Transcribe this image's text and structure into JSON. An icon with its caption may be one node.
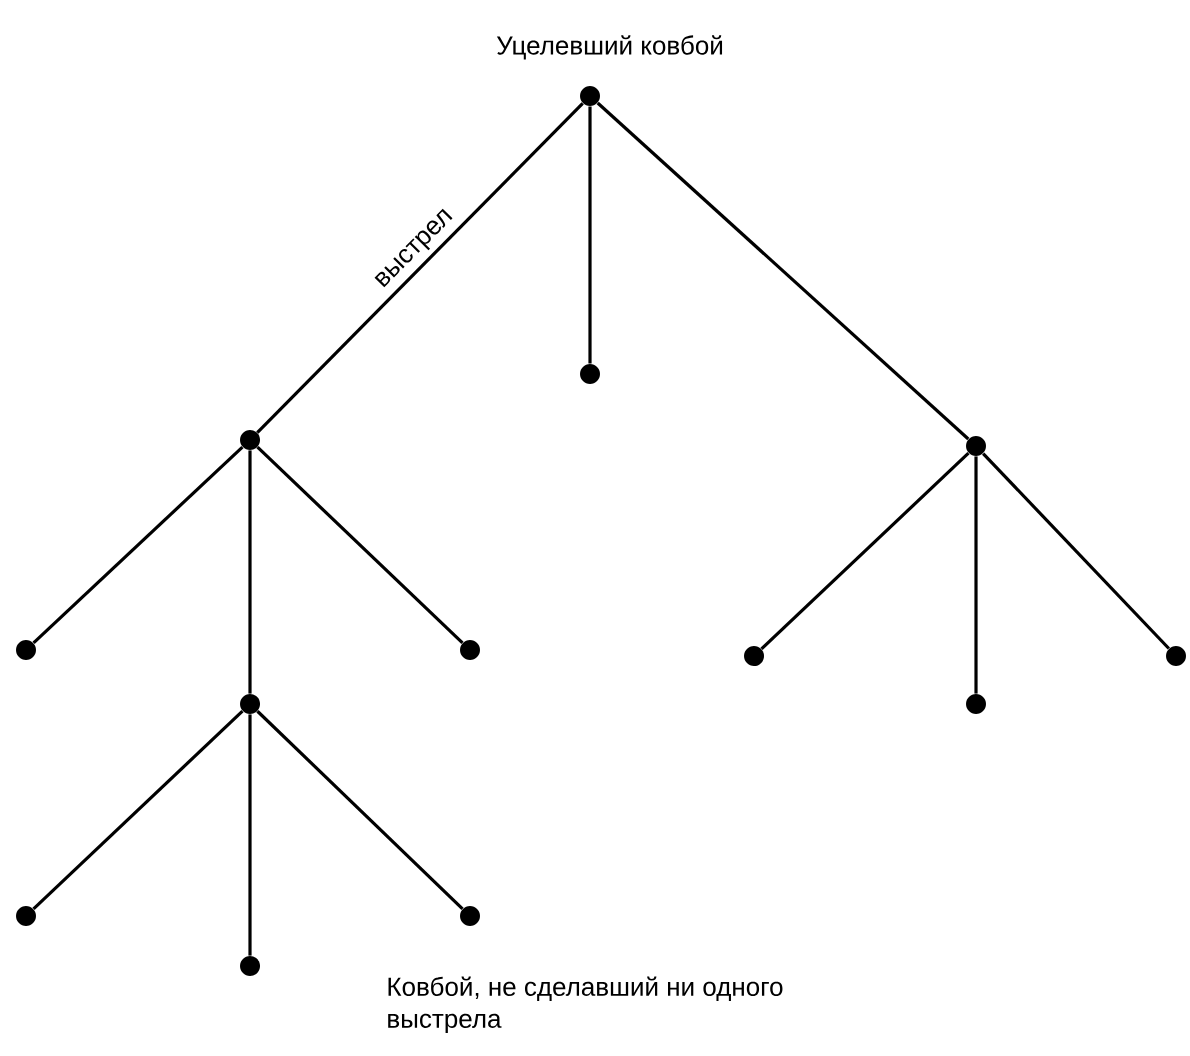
{
  "diagram": {
    "nodes": [
      {
        "text": [],
        "shape": "circle",
        "beside": [
          "Уцелевший ковбой"
        ]
      },
      {
        "text": [],
        "shape": "circle"
      },
      {
        "text": [],
        "shape": "circle"
      },
      {
        "text": [],
        "shape": "circle"
      },
      {
        "text": [],
        "shape": "circle"
      },
      {
        "text": [],
        "shape": "circle"
      },
      {
        "text": [],
        "shape": "circle"
      },
      {
        "text": [],
        "shape": "circle"
      },
      {
        "text": [],
        "shape": "circle"
      },
      {
        "text": [],
        "shape": "circle"
      },
      {
        "text": [],
        "shape": "circle"
      },
      {
        "text": [],
        "shape": "circle"
      },
      {
        "text": [],
        "shape": "circle"
      }
    ],
    "edges": [
      {
        "from": 0,
        "to": 1,
        "arrow": "none",
        "label": "выстрел"
      },
      {
        "from": 0,
        "to": 2,
        "arrow": "none"
      },
      {
        "from": 0,
        "to": 3,
        "arrow": "none"
      },
      {
        "from": 1,
        "to": 4,
        "arrow": "none"
      },
      {
        "from": 1,
        "to": 5,
        "arrow": "none"
      },
      {
        "from": 1,
        "to": 6,
        "arrow": "none"
      },
      {
        "from": 3,
        "to": 7,
        "arrow": "none"
      },
      {
        "from": 3,
        "to": 8,
        "arrow": "none"
      },
      {
        "from": 3,
        "to": 9,
        "arrow": "none"
      },
      {
        "from": 5,
        "to": 10,
        "arrow": "none"
      },
      {
        "from": 5,
        "to": 11,
        "arrow": "none"
      },
      {
        "from": 5,
        "to": 12,
        "arrow": "none"
      }
    ],
    "labels": [
      "Ковбой, не сделавший ни одного выстрела"
    ]
  }
}
